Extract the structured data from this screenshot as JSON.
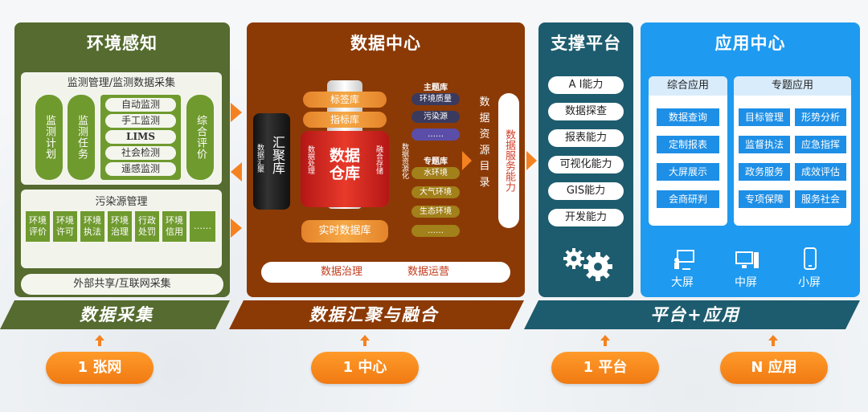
{
  "perception": {
    "title": "环境感知",
    "monitor_head": "监测管理/监测数据采集",
    "pill_plan": "监测计划",
    "pill_task": "监测任务",
    "items": [
      "自动监测",
      "手工监测",
      "LIMS",
      "社会检测",
      "遥感监测"
    ],
    "pill_eval": "综合评价",
    "pollution_head": "污染源管理",
    "cells": [
      "环境评价",
      "环境许可",
      "环境执法",
      "环境治理",
      "行政处罚",
      "环境信用",
      "……"
    ],
    "footer": "外部共享/互联网采集"
  },
  "datacenter": {
    "title": "数据中心",
    "aggregate_db": "汇聚库",
    "aggregate_side": "数据汇聚",
    "process_side": "数据处理",
    "store_side": "融合存储",
    "resource_side": "数据资源化",
    "tag_db": "标签库",
    "index_db": "指标库",
    "warehouse": "数据仓库",
    "realtime_db": "实时数据库",
    "topic_head": "主题库",
    "topics": [
      "环境质量",
      "污染源",
      "……"
    ],
    "special_head": "专题库",
    "specials": [
      "水环境",
      "大气环境",
      "生态环境",
      "……"
    ],
    "catalog": "数据资源目录",
    "service": "数据服务能力",
    "footer_left": "数据治理",
    "footer_right": "数据运营"
  },
  "support": {
    "title": "支撑平台",
    "items": [
      "A I能力",
      "数据探查",
      "报表能力",
      "可视化能力",
      "GIS能力",
      "开发能力"
    ],
    "icon": "gears-icon"
  },
  "apps": {
    "title": "应用中心",
    "general_head": "综合应用",
    "general": [
      "数据查询",
      "定制报表",
      "大屏展示",
      "会商研判"
    ],
    "special_head": "专题应用",
    "special": [
      "目标管理",
      "形势分析",
      "监督执法",
      "应急指挥",
      "政务服务",
      "成效评估",
      "专项保障",
      "服务社会"
    ],
    "screens": [
      "大屏",
      "中屏",
      "小屏"
    ]
  },
  "banners": {
    "collect": "数据采集",
    "fuse": "数据汇聚与融合",
    "platform": "平台+应用"
  },
  "buttons": [
    "1 张网",
    "1 中心",
    "1 平台",
    "N 应用"
  ],
  "colors": {
    "green": "#556b2f",
    "brown": "#8b3a06",
    "teal": "#1d5c6e",
    "blue": "#1e9af0",
    "orange": "#f58220"
  }
}
